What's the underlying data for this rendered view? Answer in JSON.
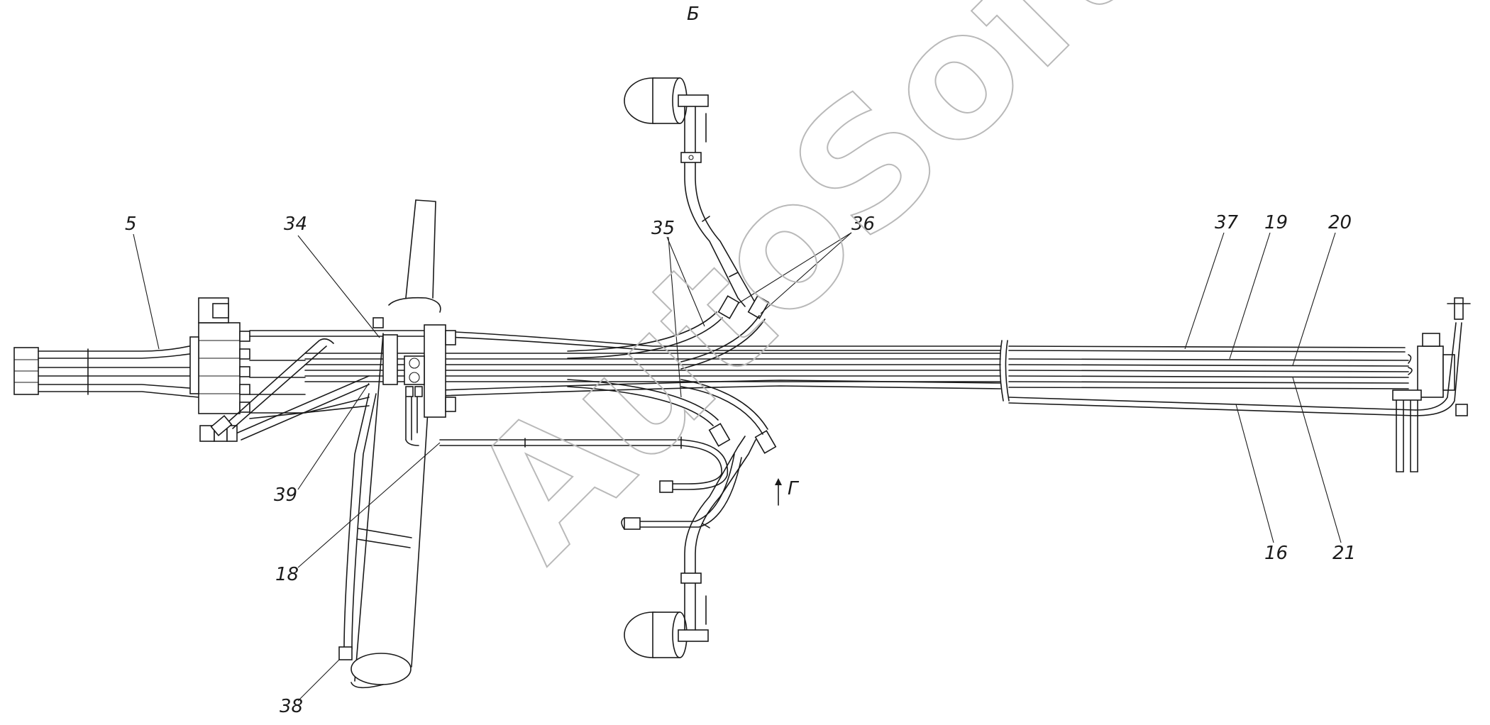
{
  "view_label": "Б",
  "arrow_label": "Г",
  "watermark": "AutoSoft",
  "callouts": {
    "c5": "5",
    "c34": "34",
    "c35": "35",
    "c36": "36",
    "c37": "37",
    "c19": "19",
    "c20": "20",
    "c21": "21",
    "c16": "16",
    "c18": "18",
    "c39": "39",
    "c38": "38"
  }
}
